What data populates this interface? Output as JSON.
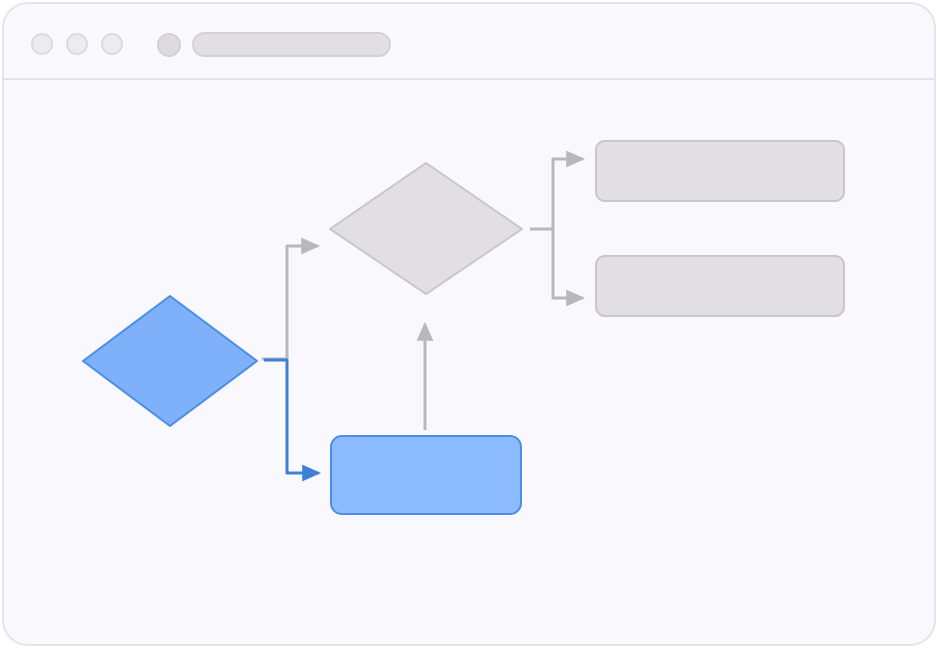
{
  "window": {
    "title": "",
    "address": ""
  },
  "colors": {
    "window_bg": "#f9f8fd",
    "chrome_border": "#e4e2e8",
    "gray_fill": "#e2dfe4",
    "gray_stroke": "#c9c7cd",
    "gray_connector": "#b9b7bd",
    "blue_fill": "#7fb1fb",
    "blue_rect_fill": "#8cbcff",
    "blue_stroke": "#4a8ee8",
    "blue_connector": "#3f7fd6"
  },
  "diagram": {
    "nodes": [
      {
        "id": "decision-blue",
        "shape": "diamond",
        "label": "",
        "state": "active"
      },
      {
        "id": "process-blue",
        "shape": "rounded-rectangle",
        "label": "",
        "state": "active"
      },
      {
        "id": "decision-gray",
        "shape": "diamond",
        "label": "",
        "state": "inactive"
      },
      {
        "id": "process-gray-top",
        "shape": "rounded-rectangle",
        "label": "",
        "state": "inactive"
      },
      {
        "id": "process-gray-bottom",
        "shape": "rounded-rectangle",
        "label": "",
        "state": "inactive"
      }
    ],
    "edges": [
      {
        "from": "decision-blue",
        "to": "decision-gray",
        "state": "inactive"
      },
      {
        "from": "decision-blue",
        "to": "process-blue",
        "state": "active"
      },
      {
        "from": "process-blue",
        "to": "decision-gray",
        "state": "inactive"
      },
      {
        "from": "decision-gray",
        "to": "process-gray-top",
        "state": "inactive"
      },
      {
        "from": "decision-gray",
        "to": "process-gray-bottom",
        "state": "inactive"
      }
    ]
  }
}
